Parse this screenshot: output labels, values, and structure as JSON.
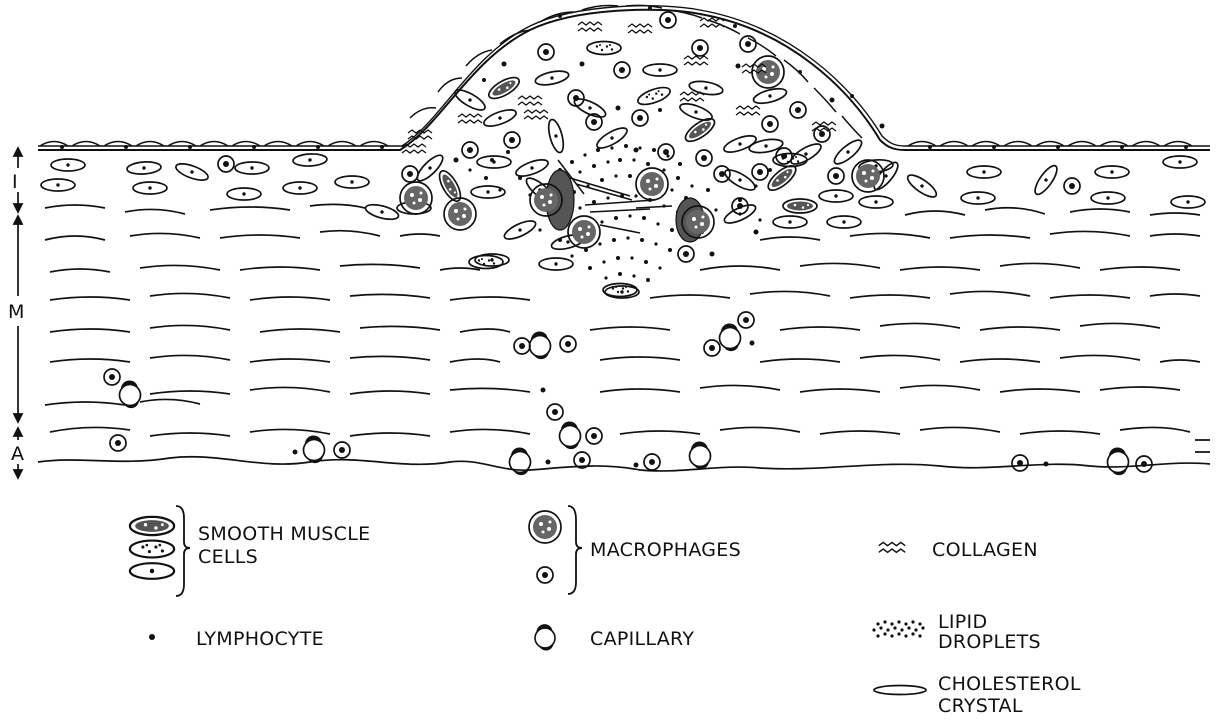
{
  "layers": {
    "intima": "I",
    "media": "M",
    "adventitia": "A"
  },
  "legend": {
    "smooth_muscle_line1": "SMOOTH MUSCLE",
    "smooth_muscle_line2": "CELLS",
    "macrophages": "MACROPHAGES",
    "collagen": "COLLAGEN",
    "lymphocyte": "LYMPHOCYTE",
    "capillary": "CAPILLARY",
    "lipid_line1": "LIPID",
    "lipid_line2": "DROPLETS",
    "cholesterol_line1": "CHOLESTEROL",
    "cholesterol_line2": "CRYSTAL"
  },
  "colors": {
    "ink": "#111111",
    "paper": "#ffffff"
  }
}
